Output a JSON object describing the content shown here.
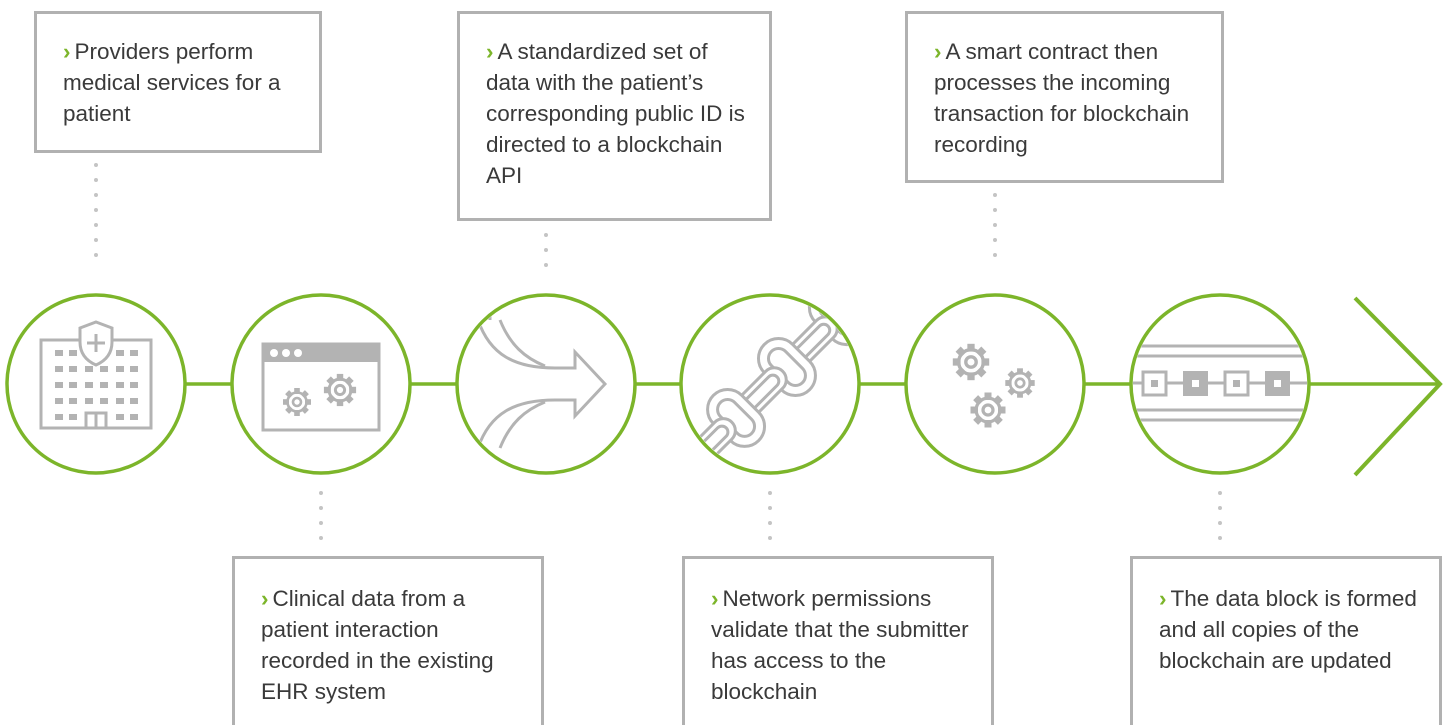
{
  "colors": {
    "accent_green": "#7cb52a",
    "box_border": "#b1b1b1",
    "icon_gray": "#b3b3b3",
    "dotted_connector": "#c4c4c4",
    "text": "#3a3a3a"
  },
  "bullet_glyph": "›",
  "top_steps": [
    {
      "text": "Providers perform medical services for a patient"
    },
    {
      "text": "A standardized set of data with the patient’s corresponding public ID is directed to a blockchain API"
    },
    {
      "text": "A smart contract then processes the incoming transaction for blockchain recording"
    }
  ],
  "bottom_steps": [
    {
      "text": "Clinical data from a patient interaction recorded in the existing EHR system"
    },
    {
      "text": "Network permissions validate that the submitter has access to the blockchain"
    },
    {
      "text": "The data block is formed and all copies of the blockchain are updated"
    }
  ],
  "timeline_icons": [
    {
      "icon": "hospital-icon"
    },
    {
      "icon": "browser-gears-icon"
    },
    {
      "icon": "merge-arrow-icon"
    },
    {
      "icon": "chain-link-icon"
    },
    {
      "icon": "gears-icon"
    },
    {
      "icon": "block-chain-icon"
    }
  ],
  "end_marker": {
    "icon": "chevron-right-icon"
  }
}
